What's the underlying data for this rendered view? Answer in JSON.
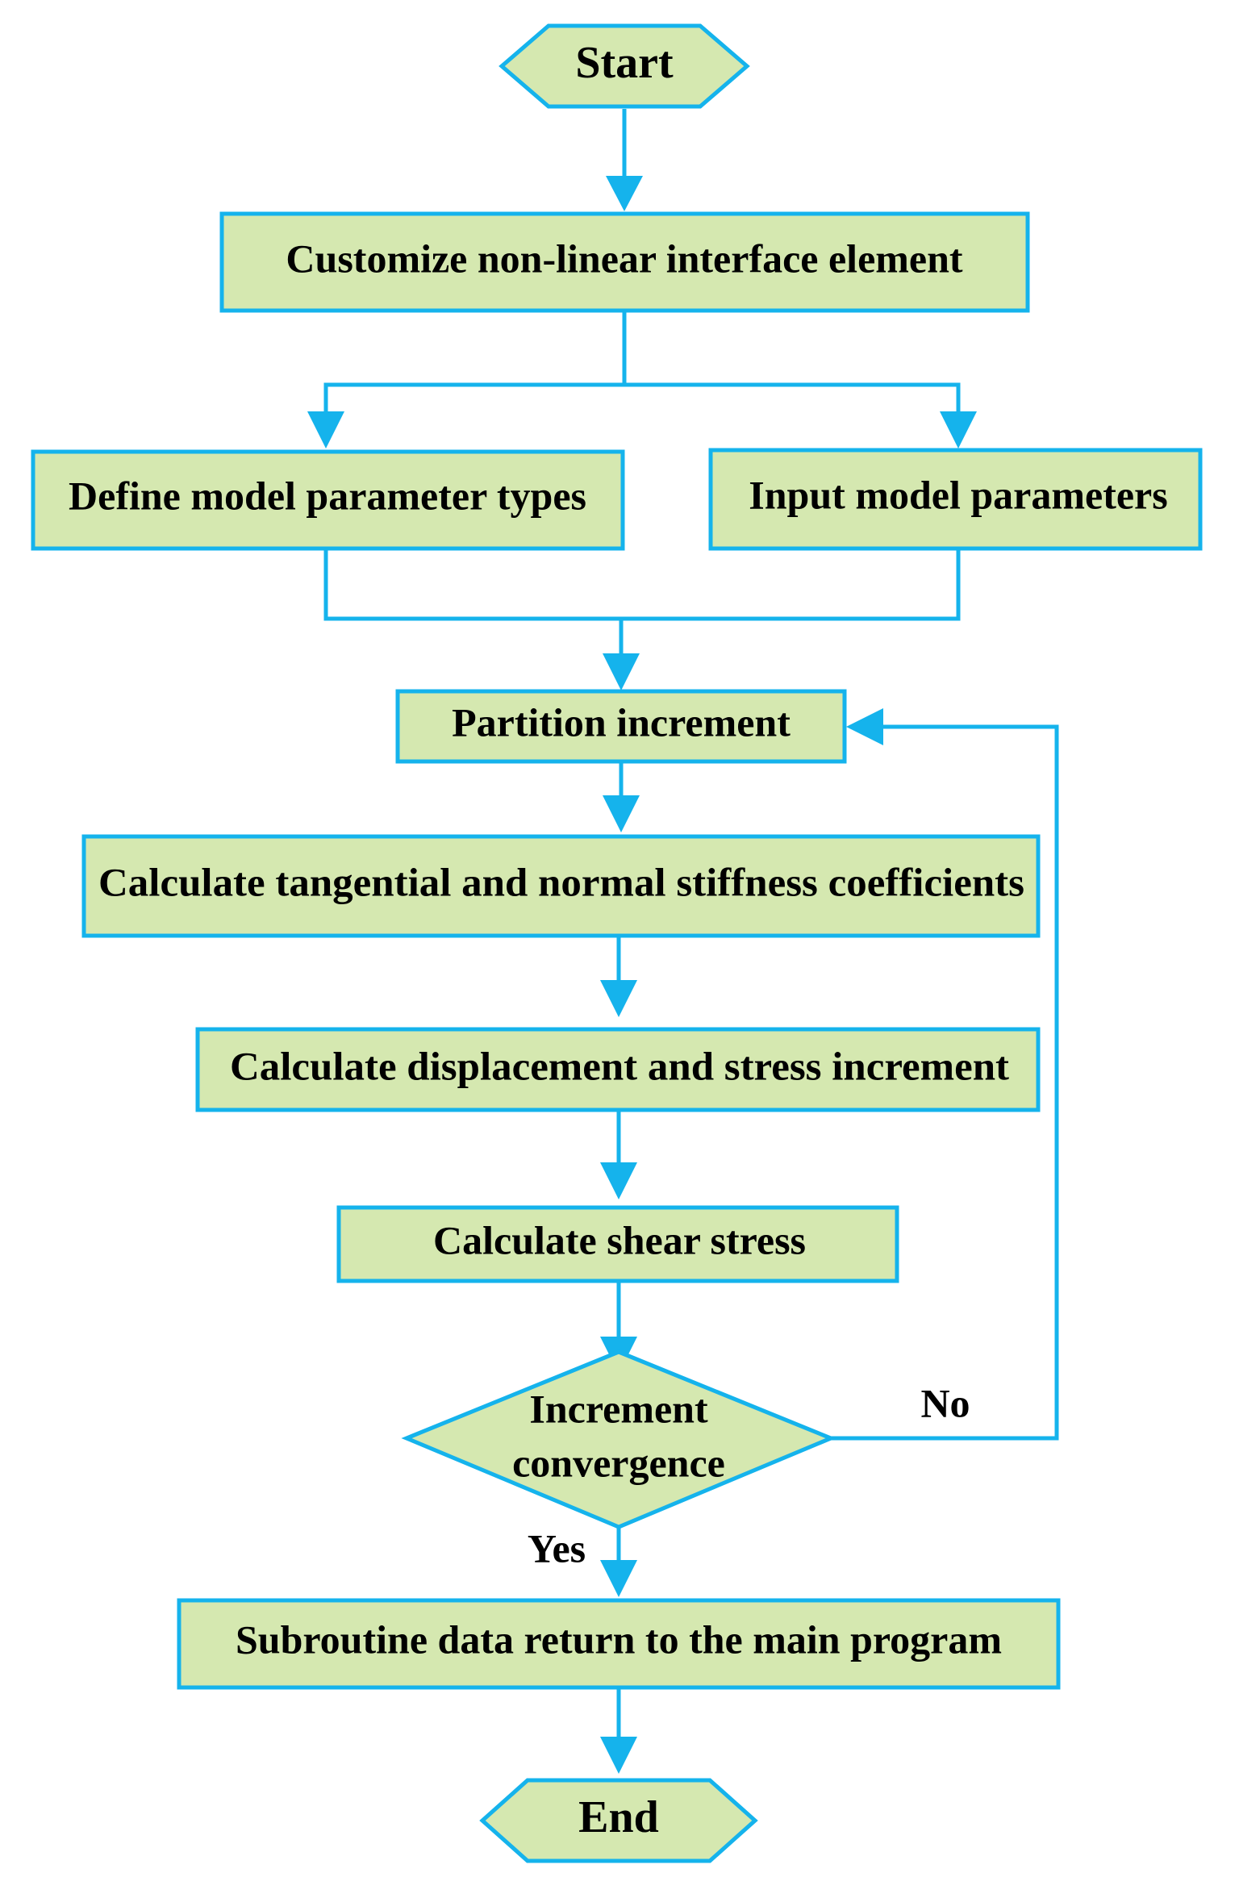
{
  "diagram": {
    "start": "Start",
    "customize": "Customize non-linear interface element",
    "define_types": "Define model parameter types",
    "input_params": "Input model parameters",
    "partition": "Partition increment",
    "calc_stiffness": "Calculate tangential and normal stiffness coefficients",
    "calc_displacement": "Calculate displacement and stress increment",
    "calc_shear": "Calculate shear stress",
    "decision_line1": "Increment",
    "decision_line2": "convergence",
    "subroutine": "Subroutine data return to the main program",
    "end": "End",
    "label_no": "No",
    "label_yes": "Yes"
  },
  "colors": {
    "node_fill": "#d5e8b0",
    "line": "#15b3ec",
    "text": "#000000"
  }
}
